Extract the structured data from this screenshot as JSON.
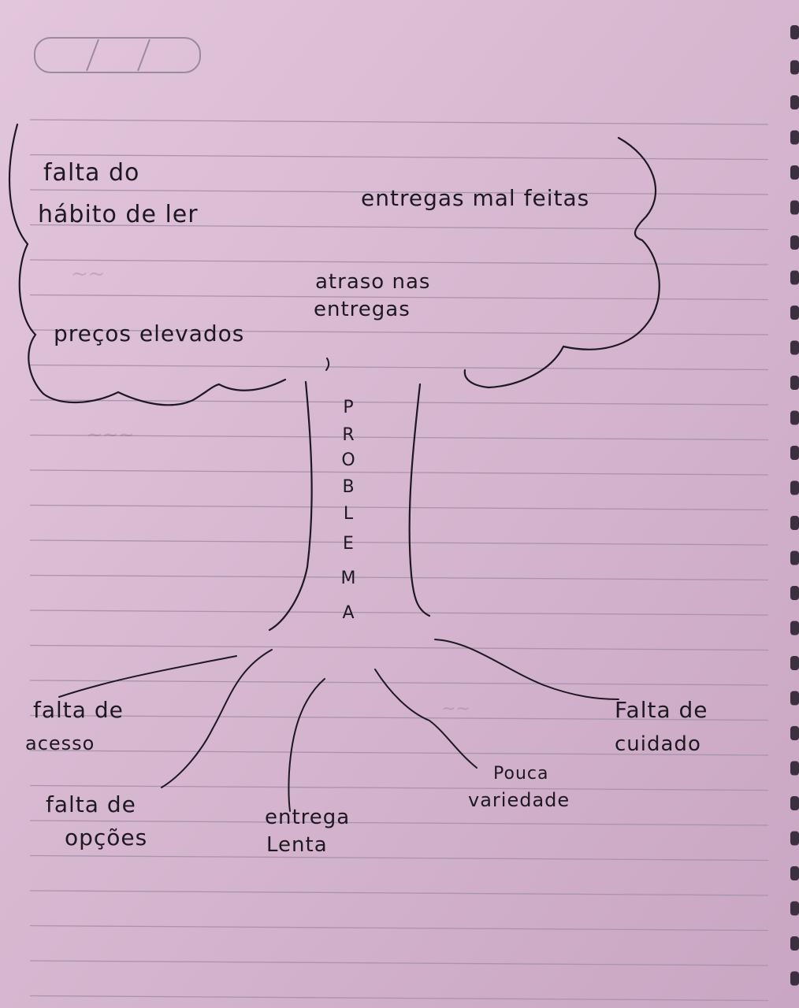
{
  "diagram": {
    "trunk_letters": [
      "P",
      "R",
      "O",
      "B",
      "L",
      "E",
      "M",
      "A"
    ],
    "crown_labels": {
      "falta_habito_line1": "falta do",
      "falta_habito_line2": "hábito de ler",
      "entregas_mal_feitas": "entregas mal feitas",
      "atraso_line1": "atraso nas",
      "atraso_line2": "entregas",
      "precos_elevados": "preços elevados"
    },
    "root_labels": {
      "falta_acesso_line1": "falta de",
      "falta_acesso_line2": "acesso",
      "falta_opcoes_line1": "falta de",
      "falta_opcoes_line2": "opções",
      "entrega_lenta_line1": "entrega",
      "entrega_lenta_line2": "Lenta",
      "pouca_variedade_line1": "Pouca",
      "pouca_variedade_line2": "variedade",
      "falta_cuidado_line1": "Falta de",
      "falta_cuidado_line2": "cuidado"
    },
    "colors": {
      "paper": "#d9b9d3",
      "ink": "#1e1822",
      "rule_line": "#a090a8"
    }
  }
}
